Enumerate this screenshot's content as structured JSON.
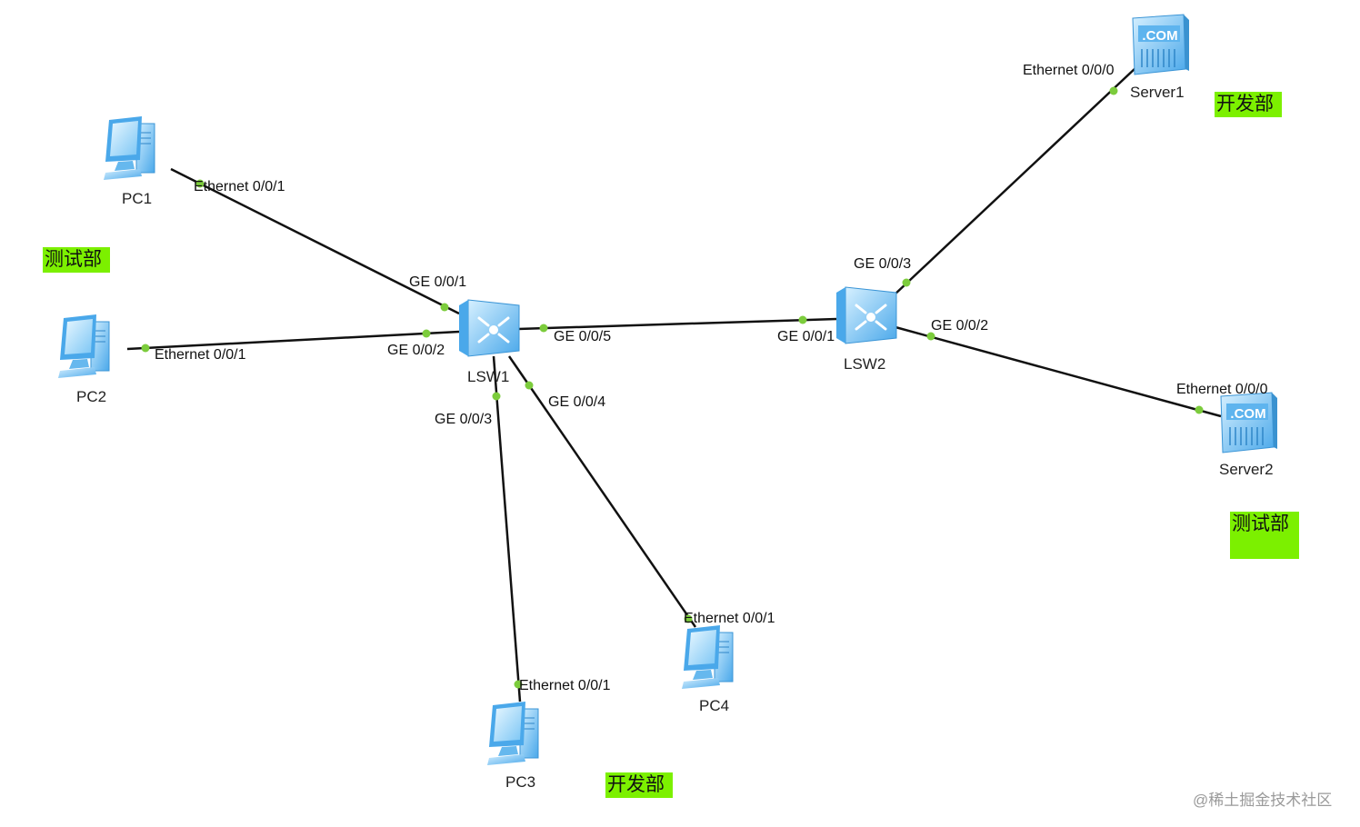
{
  "devices": {
    "pc1": "PC1",
    "pc2": "PC2",
    "pc3": "PC3",
    "pc4": "PC4",
    "lsw1": "LSW1",
    "lsw2": "LSW2",
    "server1": "Server1",
    "server2": "Server2",
    "server_badge": ".COM"
  },
  "ports": {
    "pc1_eth": "Ethernet 0/0/1",
    "lsw1_ge1": "GE 0/0/1",
    "pc2_eth": "Ethernet 0/0/1",
    "lsw1_ge2": "GE 0/0/2",
    "lsw1_ge5": "GE 0/0/5",
    "lsw2_ge1": "GE 0/0/1",
    "lsw1_ge3": "GE 0/0/3",
    "lsw1_ge4": "GE 0/0/4",
    "pc3_eth": "Ethernet 0/0/1",
    "pc4_eth": "Ethernet 0/0/1",
    "lsw2_ge3": "GE 0/0/3",
    "server1_eth": "Ethernet 0/0/0",
    "lsw2_ge2": "GE 0/0/2",
    "server2_eth": "Ethernet 0/0/0"
  },
  "tags": {
    "test_left": "测试部",
    "dev_top": "开发部",
    "dev_bottom": "开发部",
    "test_right": "测试部"
  },
  "watermark": "@稀土掘金技术社区",
  "colors": {
    "link": "#111111",
    "port_dot": "#7ccc3c",
    "tag_bg": "#7cf000",
    "device_blue": "#5fb8f0"
  }
}
